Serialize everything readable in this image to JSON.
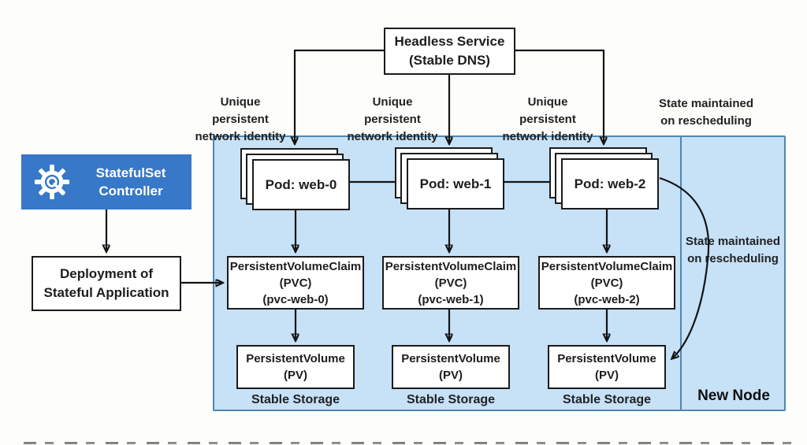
{
  "colors": {
    "region_fill": "#c7e1f7",
    "region_border": "#4d87b3",
    "controller_blue": "#3778c8",
    "box_border": "#1b1b1b",
    "wire": "#141414"
  },
  "nodes": {
    "headless_service": {
      "line1": "Headless Service",
      "line2": "(Stable DNS)"
    },
    "statefulset_controller": {
      "line1": "StatefulSet",
      "line2": "Controller",
      "icon": "gear-icon"
    },
    "deployment": {
      "line1": "Deployment of",
      "line2": "Stateful Application"
    },
    "pods": [
      {
        "label": "Pod: web-0"
      },
      {
        "label": "Pod: web-1"
      },
      {
        "label": "Pod: web-2"
      }
    ],
    "pvcs": [
      {
        "line1": "PersistentVolumeClaim",
        "line2": "(PVC)",
        "line3": "(pvc-web-0)"
      },
      {
        "line1": "PersistentVolumeClaim",
        "line2": "(PVC)",
        "line3": "(pvc-web-1)"
      },
      {
        "line1": "PersistentVolumeClaim",
        "line2": "(PVC)",
        "line3": "(pvc-web-2)"
      }
    ],
    "pvs": [
      {
        "line1": "PersistentVolume",
        "line2": "(PV)"
      },
      {
        "line1": "PersistentVolume",
        "line2": "(PV)"
      },
      {
        "line1": "PersistentVolume",
        "line2": "(PV)"
      }
    ]
  },
  "labels": {
    "network_identity": [
      {
        "line1": "Unique persistent",
        "line2": "network identity"
      },
      {
        "line1": "Unique persistent",
        "line2": "network identity"
      },
      {
        "line1": "Unique persistent",
        "line2": "network identity"
      }
    ],
    "state_maintained_top": {
      "line1": "State maintained",
      "line2": "on rescheduling"
    },
    "state_maintained_right": {
      "line1": "State maintained",
      "line2": "on rescheduling"
    },
    "stable_storage": [
      "Stable Storage",
      "Stable Storage",
      "Stable Storage"
    ],
    "new_node": "New Node"
  }
}
